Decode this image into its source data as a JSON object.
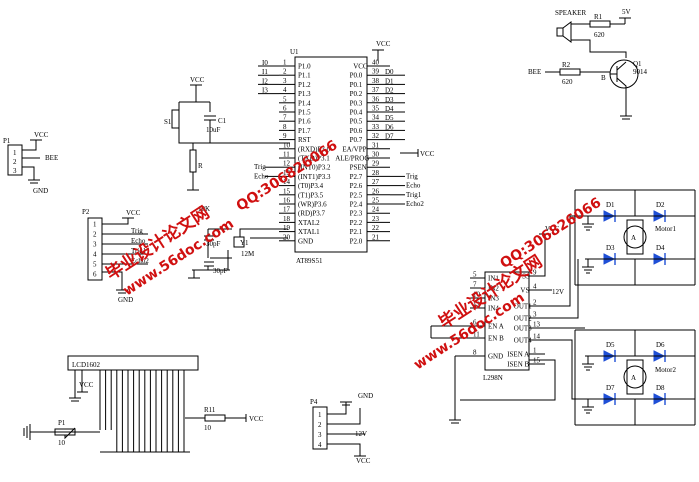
{
  "mcu": {
    "ref": "U1",
    "part": "AT89S51",
    "left_pins": [
      "P1.0",
      "P1.1",
      "P1.2",
      "P1.3",
      "P1.4",
      "P1.5",
      "P1.6",
      "P1.7",
      "RST",
      "(RXD)P3.0",
      "(TXD)P3.1",
      "(INT0)P3.2",
      "(INT1)P3.3",
      "(T0)P3.4",
      "(T1)P3.5",
      "(WR)P3.6",
      "(RD)P3.7",
      "XTAL2",
      "XTAL1",
      "GND"
    ],
    "left_nums": [
      "1",
      "2",
      "3",
      "4",
      "5",
      "6",
      "7",
      "8",
      "9",
      "10",
      "11",
      "12",
      "13",
      "14",
      "15",
      "16",
      "17",
      "18",
      "19",
      "20"
    ],
    "right_pins": [
      "VCC",
      "P0.0",
      "P0.1",
      "P0.2",
      "P0.3",
      "P0.4",
      "P0.5",
      "P0.6",
      "P0.7",
      "EA/VPP",
      "ALE/PROG",
      "PSEN",
      "P2.7",
      "P2.6",
      "P2.5",
      "P2.4",
      "P2.3",
      "P2.2",
      "P2.1",
      "P2.0"
    ],
    "right_nums": [
      "40",
      "39",
      "38",
      "37",
      "36",
      "35",
      "34",
      "33",
      "32",
      "31",
      "30",
      "29",
      "28",
      "27",
      "26",
      "25",
      "24",
      "23",
      "22",
      "21"
    ],
    "left_nets": [
      "I0",
      "I1",
      "I2",
      "I3"
    ],
    "right_nets": [
      "D0",
      "D1",
      "D2",
      "D3",
      "D4",
      "D5",
      "D6",
      "D7"
    ],
    "p2_nets": [
      "Trig",
      "Echo",
      "Trig1",
      "Echo2"
    ],
    "p3_nets": [
      "Trig",
      "Echo"
    ]
  },
  "power": {
    "vcc": "VCC",
    "gnd": "GND",
    "v12": "12V"
  },
  "reset": {
    "sw": "S1",
    "cap": "C1",
    "cap_val": "10uF",
    "res": "R",
    "res_val": "10K"
  },
  "crystal": {
    "ref": "Y1",
    "val": "12M",
    "c": "30pF",
    "c2": "30pF"
  },
  "p1": {
    "ref": "P1",
    "net": "BEE",
    "pins": [
      "1",
      "2",
      "3"
    ]
  },
  "p2": {
    "ref": "P2",
    "pins": [
      "1",
      "2",
      "3",
      "4",
      "5",
      "6"
    ],
    "nets": [
      "Trig",
      "Echo",
      "Trig1",
      "Echo2"
    ]
  },
  "p4": {
    "ref": "P4",
    "pins": [
      "1",
      "2",
      "3",
      "4"
    ]
  },
  "lcd": {
    "ref": "LCD1602",
    "pot": "P1",
    "pot_val": "10",
    "res": "R11",
    "res_val": "10",
    "vcc": "VCC"
  },
  "buzzer": {
    "ref": "SPEAKER",
    "r1": "R1",
    "r1_val": "620",
    "r2": "R2",
    "r2_val": "620",
    "q": "Q1",
    "q_part": "9014",
    "net": "BEE",
    "v5": "5V"
  },
  "l298": {
    "ref": "L298N",
    "left_pins": [
      "IN1",
      "IN2",
      "IN3",
      "IN4",
      "EN A",
      "EN B",
      "GND"
    ],
    "left_nums": [
      "5",
      "7",
      "10",
      "12",
      "6",
      "11",
      "8"
    ],
    "right_pins": [
      "VSS",
      "VS",
      "OUT1",
      "OUT2",
      "OUT3",
      "OUT4",
      "ISEN A",
      "ISEN B"
    ],
    "right_nums": [
      "9",
      "4",
      "2",
      "3",
      "13",
      "14",
      "1",
      "15"
    ],
    "vcc": "VCC",
    "v12": "12V"
  },
  "motors": {
    "m1": "Motor1",
    "m2": "Motor2",
    "diodes": [
      "D1",
      "D2",
      "D3",
      "D4",
      "D5",
      "D6",
      "D7",
      "D8"
    ]
  },
  "watermarks": {
    "site1": "www.56doc.com",
    "qq1": "QQ:306826066",
    "name1": "毕业设计论文网",
    "site2": "www.56doc.com",
    "qq2": "QQ:306826066",
    "name2": "毕业设计论文网"
  }
}
